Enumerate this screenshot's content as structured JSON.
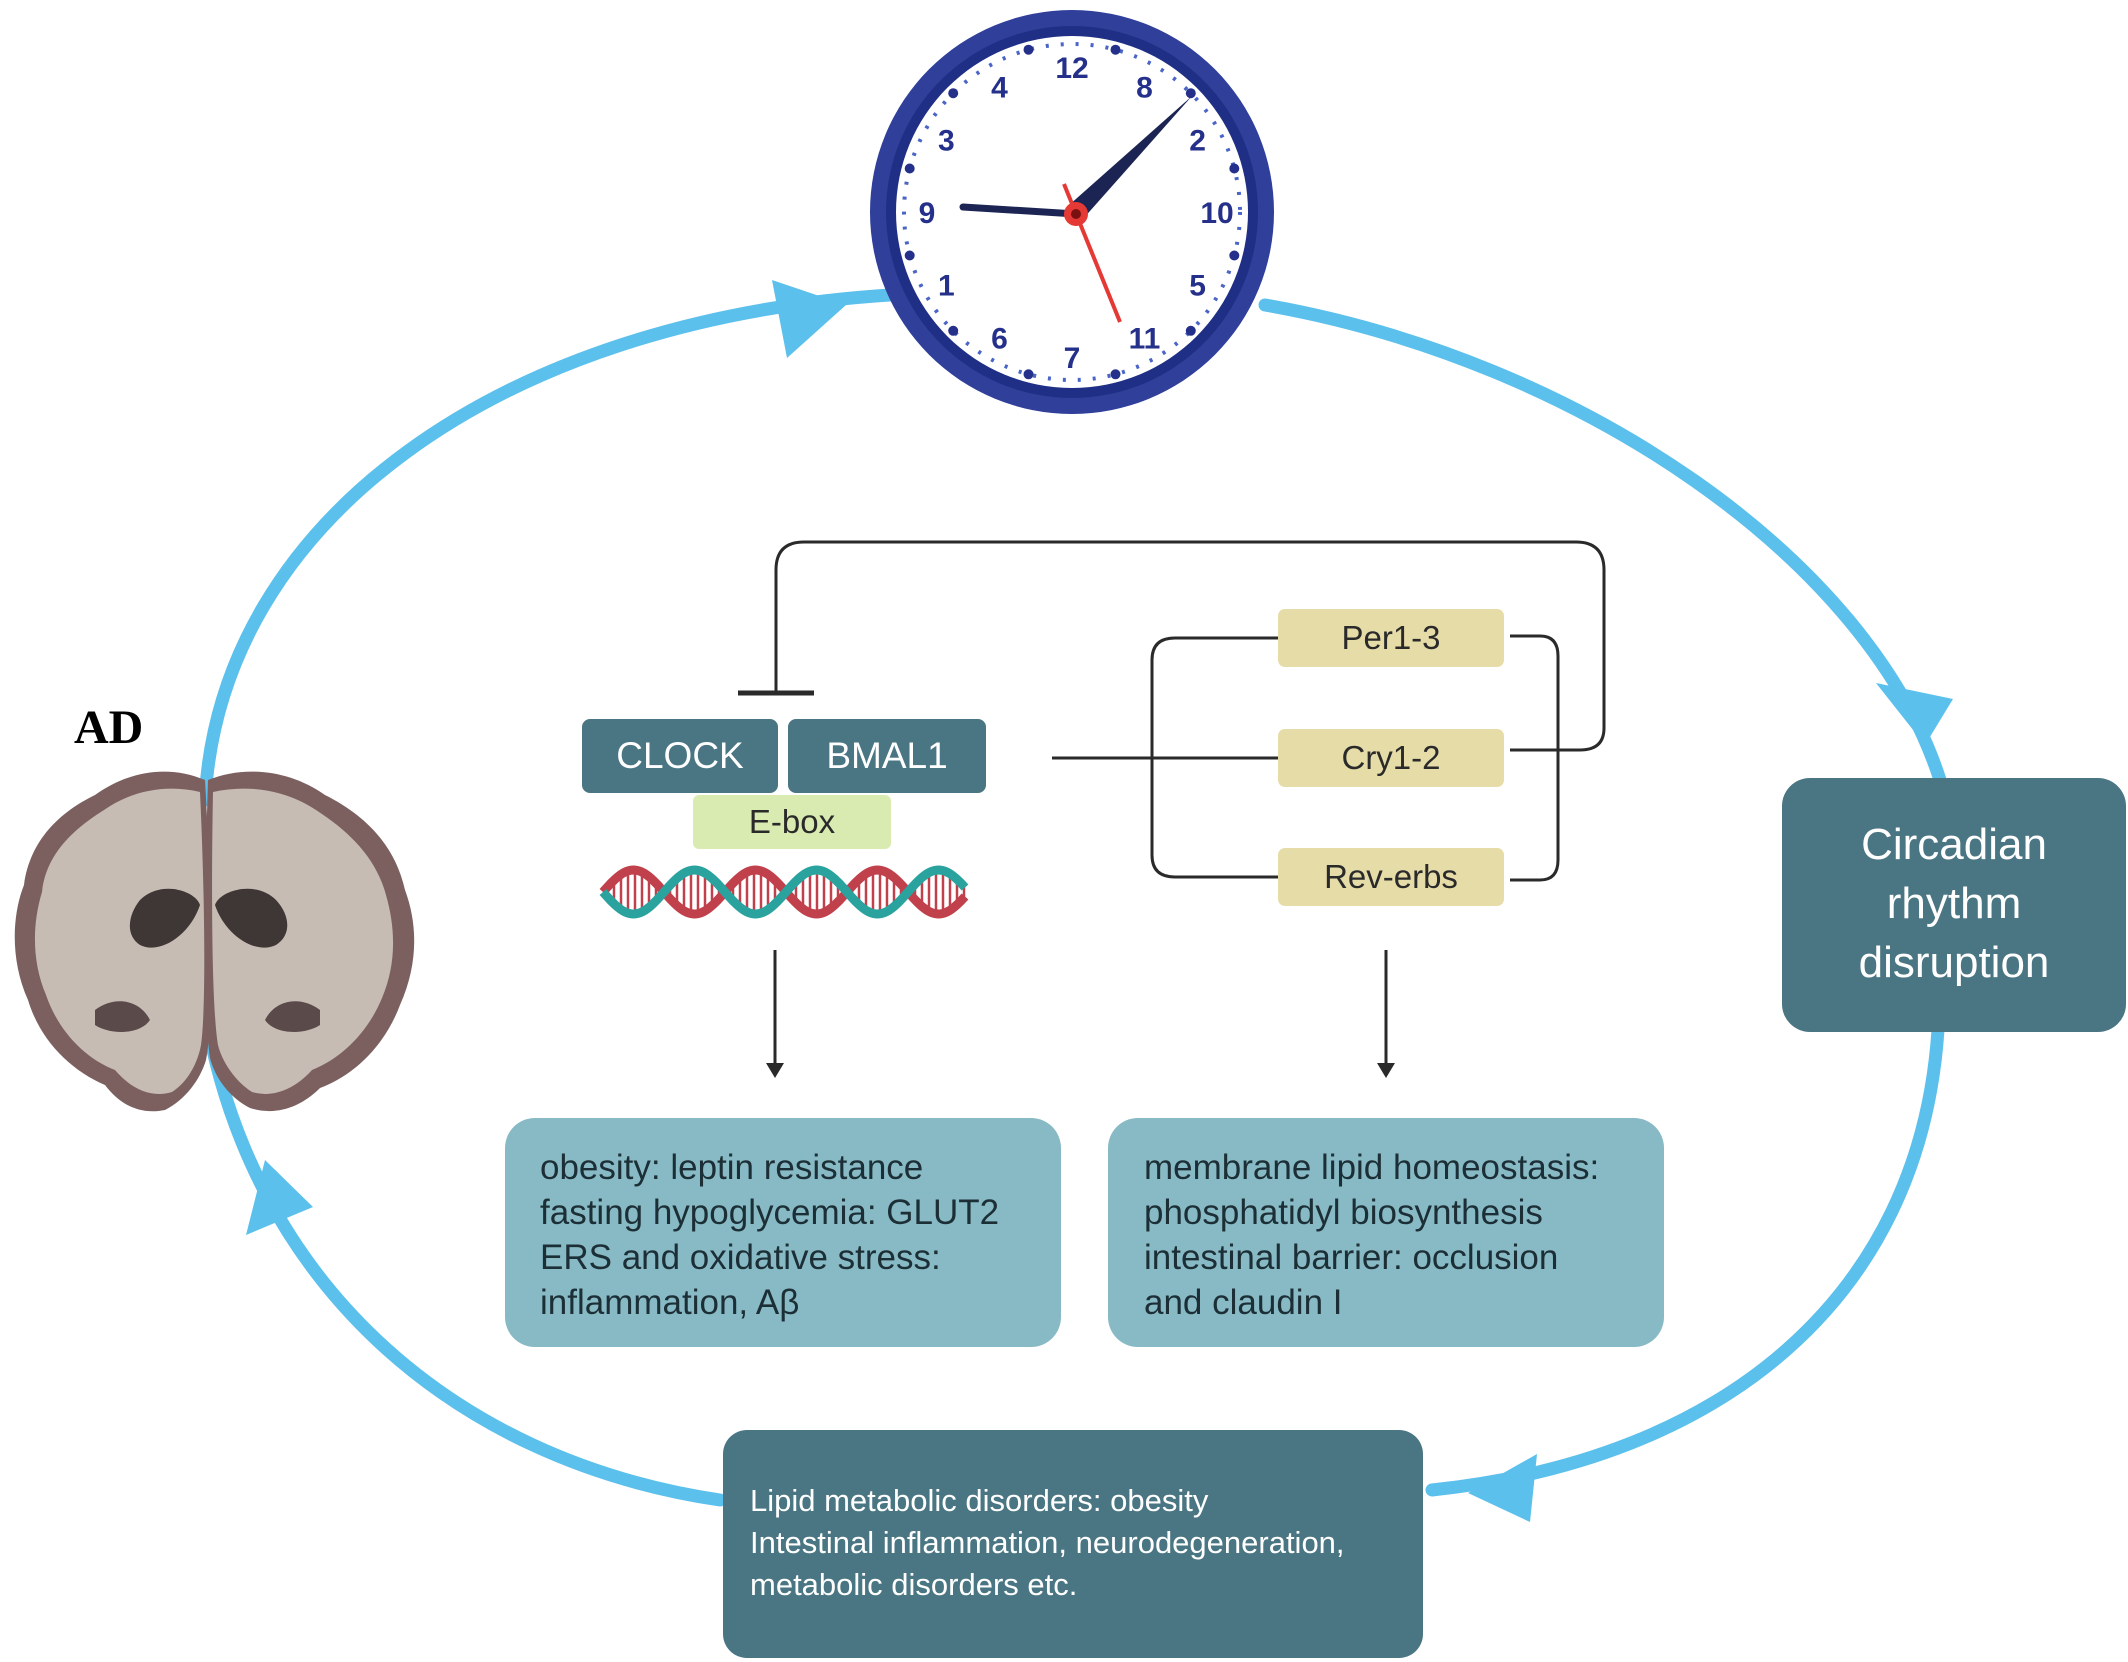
{
  "ad_label": "AD",
  "clock": {
    "numbers": [
      "12",
      "8",
      "2",
      "10",
      "5",
      "11",
      "7",
      "6",
      "1",
      "9",
      "3",
      "4"
    ]
  },
  "circadian_box": {
    "lines": [
      "Circadian",
      "rhythm",
      "disruption"
    ]
  },
  "core_genes": {
    "clock": "CLOCK",
    "bmal1": "BMAL1",
    "ebox": "E-box"
  },
  "feedback_genes": {
    "per": "Per1-3",
    "cry": "Cry1-2",
    "reverbs": "Rev-erbs"
  },
  "effects_left": {
    "lines": [
      "obesity: leptin resistance",
      "fasting hypoglycemia: GLUT2",
      "ERS and oxidative stress:",
      "inflammation,  Aβ"
    ]
  },
  "effects_right": {
    "lines": [
      "membrane lipid homeostasis:",
      "phosphatidyl biosynthesis",
      "intestinal barrier: occlusion",
      "and claudin I"
    ]
  },
  "outcome_box": {
    "lines": [
      "Lipid metabolic disorders: obesity",
      "Intestinal inflammation, neurodegeneration,",
      "metabolic disorders etc."
    ]
  },
  "colors": {
    "cycle_arrow": "#5bc0ec",
    "dark_box": "#4a7684",
    "light_box": "#87bac5",
    "tan_box": "#e6dca8",
    "ebox": "#d9ebb0",
    "clock_rim": "#2f3f9a",
    "clock_numbers": "#25308a",
    "second_hand": "#e53935",
    "dna_red": "#c0404b",
    "dna_teal": "#2aa39f"
  }
}
